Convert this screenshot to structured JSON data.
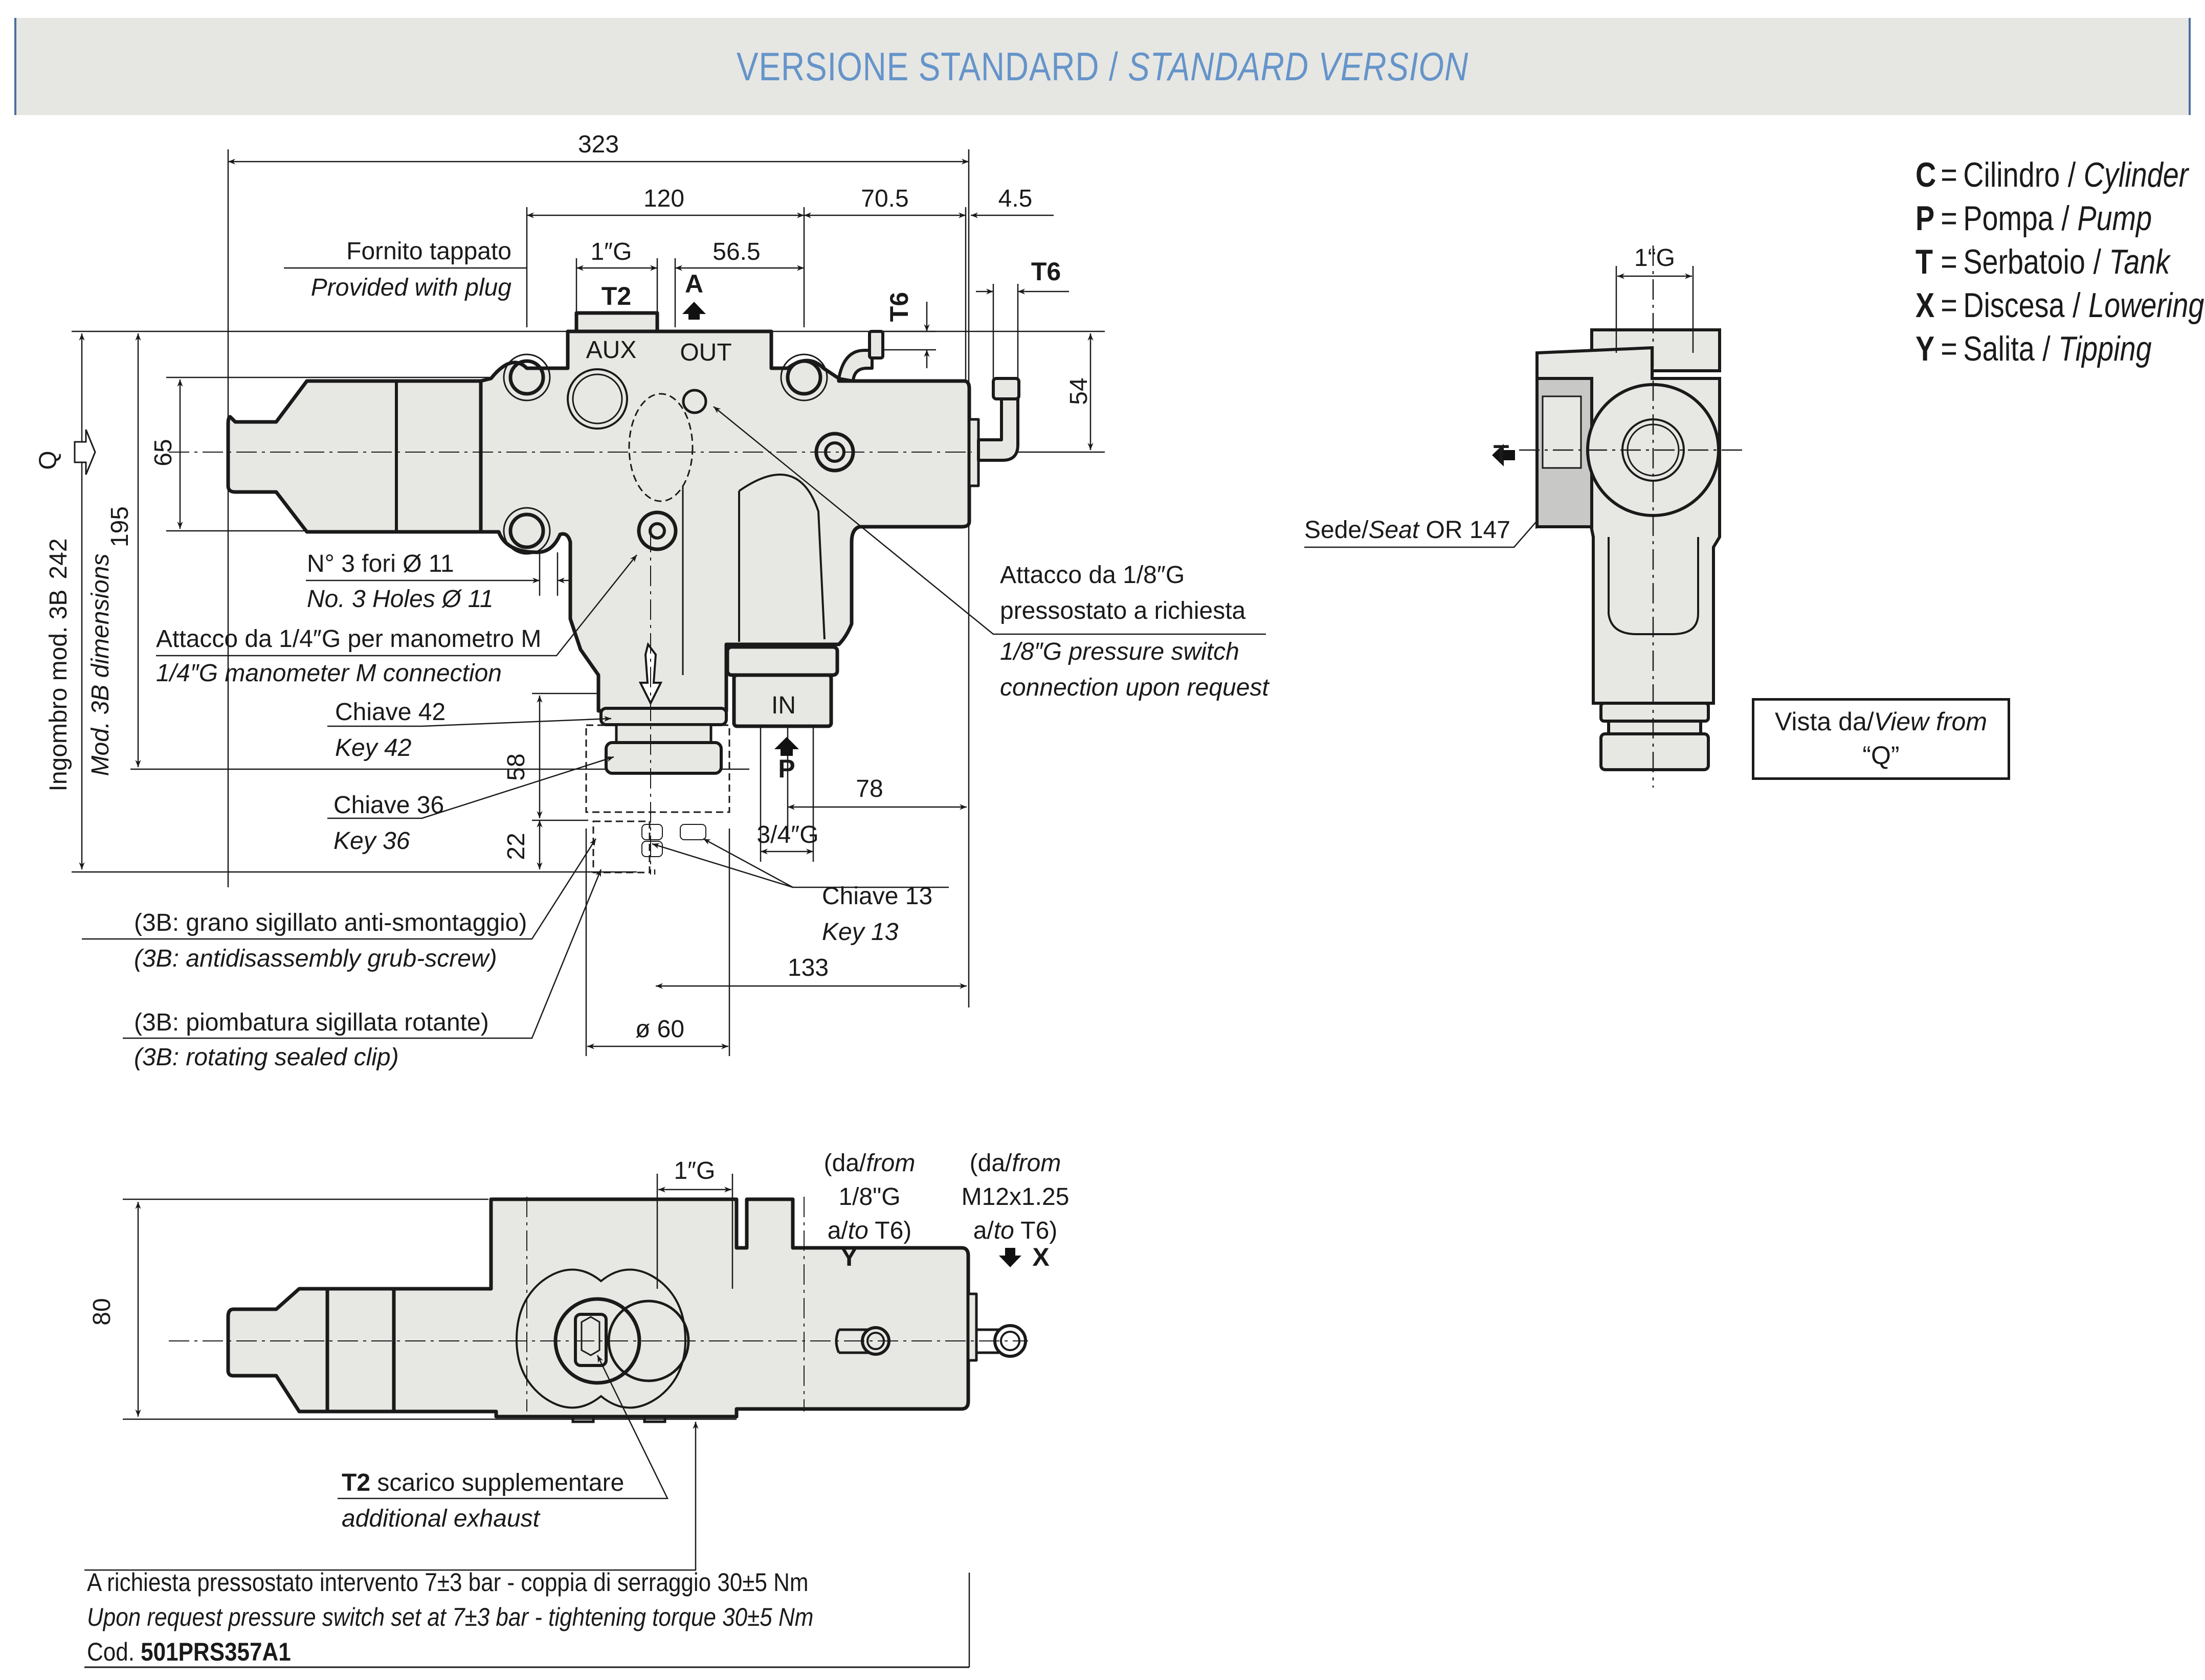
{
  "header": {
    "title_it": "VERSIONE STANDARD",
    "separator": " / ",
    "title_en": "STANDARD VERSION"
  },
  "legend": [
    {
      "letter": "C",
      "it": "Cilindro",
      "en": "Cylinder"
    },
    {
      "letter": "P",
      "it": "Pompa",
      "en": "Pump"
    },
    {
      "letter": "T",
      "it": "Serbatoio",
      "en": "Tank"
    },
    {
      "letter": "X",
      "it": "Discesa",
      "en": "Lowering"
    },
    {
      "letter": "Y",
      "it": "Salita",
      "en": "Tipping"
    }
  ],
  "front_view": {
    "dimensions": {
      "overall_length": "323",
      "d120": "120",
      "d70_5": "70.5",
      "d4_5": "4.5",
      "thread_1g": "1″G",
      "d56_5": "56.5",
      "d54": "54",
      "d65": "65",
      "d195": "195",
      "d242": "242",
      "d58": "58",
      "d22": "22",
      "d78": "78",
      "thread_3_4g": "3/4″G",
      "d133": "133",
      "dia60": "ø 60"
    },
    "port_labels": {
      "t2": "T2",
      "a": "A",
      "aux": "AUX",
      "out": "OUT",
      "t6_vertical": "T6",
      "t6": "T6",
      "in": "IN",
      "p": "P",
      "q": "Q"
    },
    "annotations": {
      "plug_it": "Fornito tappato",
      "plug_en": "Provided with plug",
      "holes_it": "N° 3 fori Ø 11",
      "holes_en": "No. 3 Holes Ø 11",
      "manometer_it": "Attacco da 1/4″G per manometro M",
      "manometer_en": "1/4″G manometer  M connection",
      "key42_it": "Chiave 42",
      "key42_en": "Key 42",
      "key36_it": "Chiave 36",
      "key36_en": "Key 36",
      "key13_it": "Chiave 13",
      "key13_en": "Key 13",
      "grub_it": "(3B: grano sigillato anti-smontaggio)",
      "grub_en": "(3B: antidisassembly grub-screw)",
      "clip_it": "(3B: piombatura sigillata rotante)",
      "clip_en": "(3B: rotating sealed clip)",
      "pswitch_it_1": "Attacco da 1/8″G",
      "pswitch_it_2": "pressostato a richiesta",
      "pswitch_en_1": "1/8″G pressure switch",
      "pswitch_en_2": "connection upon request",
      "mod3b_it": "Ingombro mod. 3B",
      "mod3b_en": "Mod. 3B dimensions"
    }
  },
  "side_view": {
    "thread": "1“G",
    "t_label": "T",
    "seat_it": "Sede/",
    "seat_en": "Seat",
    "seat_code": " OR 147",
    "view_box_it": "Vista da/",
    "view_box_en": "View from",
    "view_box_q": "“Q”"
  },
  "bottom_view": {
    "d80": "80",
    "thread": "1″G",
    "y_from_1": "(da/",
    "y_from_1b": "from",
    "y_from_2": "1/8\"G",
    "y_from_3a": "a/",
    "y_from_3b": "to",
    "y_from_3c": " T6)",
    "x_from_1": "(da/",
    "x_from_1b": "from",
    "x_from_2": "M12x1.25",
    "x_from_3a": "a/",
    "x_from_3b": "to",
    "x_from_3c": " T6)",
    "y_label": "Y",
    "x_label": "X",
    "t2_bold": "T2",
    "t2_it": " scarico supplementare",
    "t2_en": "additional exhaust"
  },
  "footer_note": {
    "line_it": "A richiesta pressostato intervento 7±3 bar - coppia di serraggio 30±5 Nm",
    "line_en": "Upon request pressure switch set at 7±3 bar - tightening torque 30±5 Nm",
    "code_prefix": "Cod. ",
    "code": "501PRS357A1"
  },
  "colors": {
    "banner_bg": "#e6e6e3",
    "banner_text": "#6594c9",
    "body_fill": "#e7e7e3",
    "section_fill": "#c8c8c6",
    "line": "#1a1a1a"
  }
}
